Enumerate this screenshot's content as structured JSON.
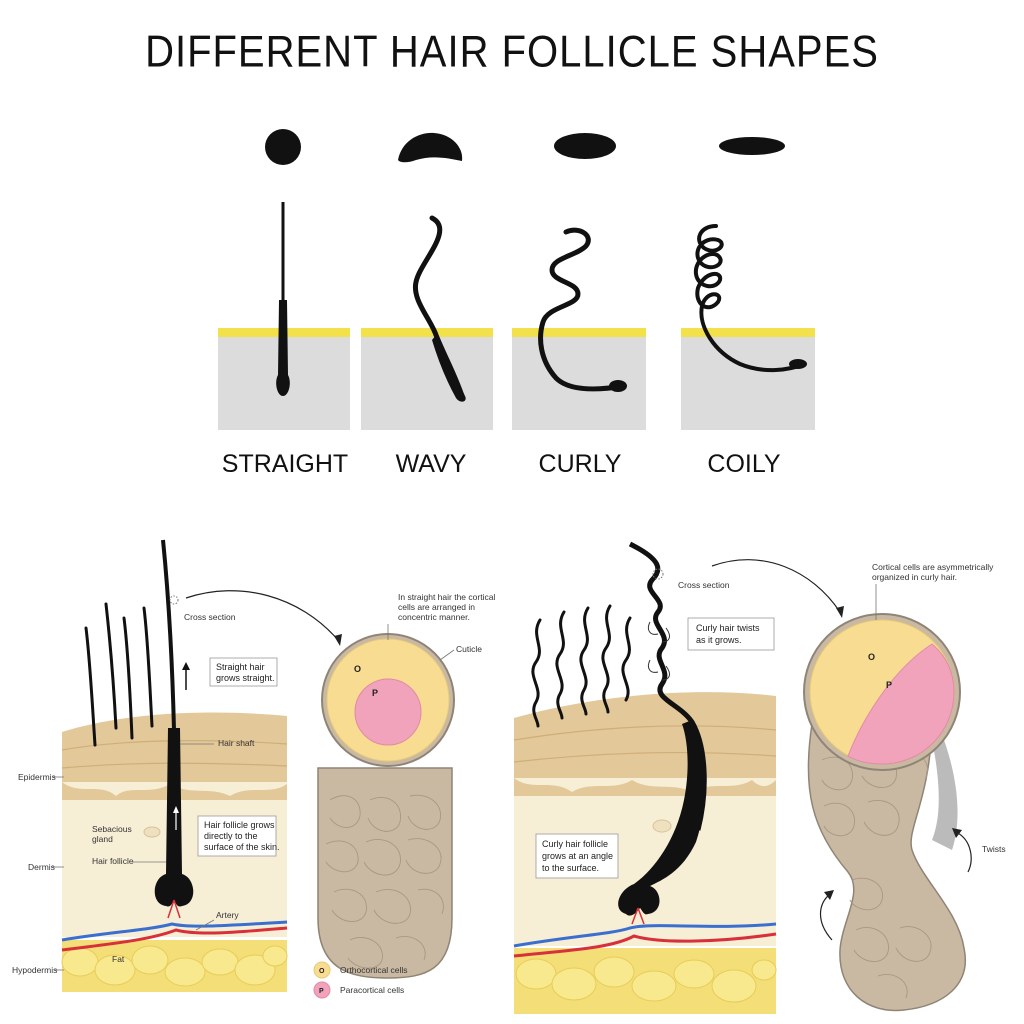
{
  "title": "DIFFERENT HAIR FOLLICLE SHAPES",
  "hair_types": [
    {
      "label": "STRAIGHT",
      "cross_section": "circle"
    },
    {
      "label": "WAVY",
      "cross_section": "dome-oval"
    },
    {
      "label": "CURLY",
      "cross_section": "oval"
    },
    {
      "label": "COILY",
      "cross_section": "flat-oval"
    }
  ],
  "colors": {
    "skin_surface": "#f2e14a",
    "skin_body": "#dcdcdc",
    "hair": "#111111",
    "epidermis": "#e3c89a",
    "dermis": "#f7eed6",
    "fat": "#f3de78",
    "orthocortical": "#f7dc92",
    "paracortical": "#f0a3bb",
    "cortex": "#c9b9a2",
    "artery": "#d8303a",
    "vein": "#3a6fcf"
  },
  "straight_diagram": {
    "cross_section_label": "Cross section",
    "callout_top": [
      "Straight hair",
      "grows straight."
    ],
    "hair_shaft": "Hair shaft",
    "epidermis": "Epidermis",
    "dermis": "Dermis",
    "hypodermis": "Hypodermis",
    "sebaceous": [
      "Sebacious",
      "gland"
    ],
    "follicle": "Hair follicle",
    "callout_mid": [
      "Hair follicle grows",
      "directly to the",
      "surface of the skin."
    ],
    "artery": "Artery",
    "fat": "Fat",
    "note": [
      "In straight hair the cortical",
      "cells are arranged in",
      "concentric manner."
    ],
    "cuticle": "Cuticle",
    "o_letter": "O",
    "p_letter": "P",
    "legend_o": "Orthocortical cells",
    "legend_p": "Paracortical cells"
  },
  "curly_diagram": {
    "cross_section_label": "Cross section",
    "callout_top": [
      "Curly hair twists",
      "as it grows."
    ],
    "callout_mid": [
      "Curly hair follicle",
      "grows at an angle",
      "to the surface."
    ],
    "note": [
      "Cortical cells are asymmetrically",
      "organized in curly hair."
    ],
    "twists": "Twists",
    "o_letter": "O",
    "p_letter": "P"
  }
}
